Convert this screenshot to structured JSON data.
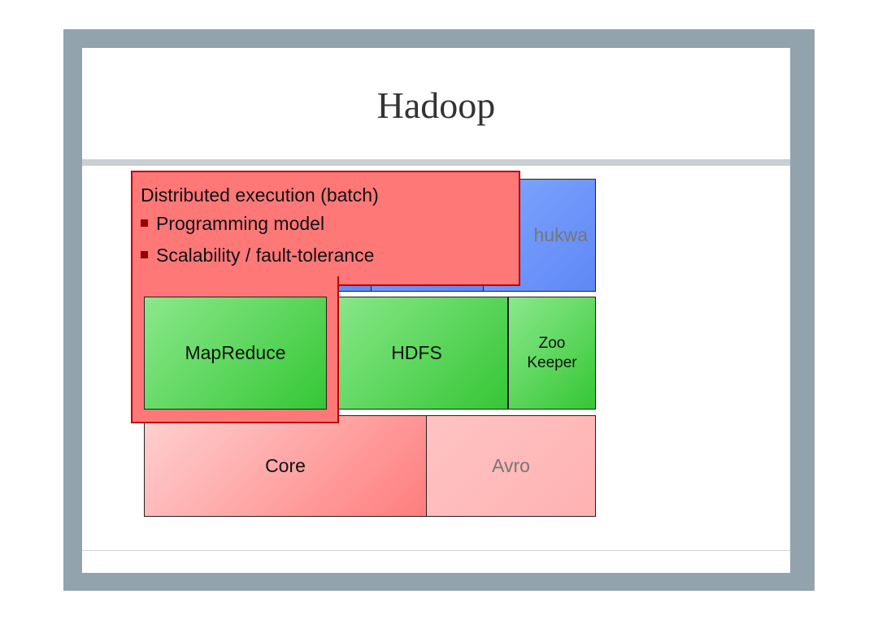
{
  "slide": {
    "title": "Hadoop"
  },
  "stack": {
    "row_top": [
      {
        "label": "",
        "color": "#5f88f6"
      },
      {
        "label": "",
        "color": "#5f88f6"
      },
      {
        "label": "hukwa",
        "color": "#6b95ff"
      }
    ],
    "row_middle": [
      {
        "label": "MapReduce",
        "color": "#35c735"
      },
      {
        "label": "HDFS",
        "color": "#35c735"
      },
      {
        "label": "Zoo\nKeeper",
        "color": "#35c735"
      }
    ],
    "row_bottom": [
      {
        "label": "Core",
        "color": "#ff7d7d"
      },
      {
        "label": "Avro",
        "color": "#ffb2b2"
      }
    ]
  },
  "callout": {
    "heading": "Distributed execution (batch)",
    "bullets": [
      "Programming model",
      "Scalability / fault-tolerance"
    ],
    "color": "#ff7878",
    "border_color": "#c00000"
  },
  "colors": {
    "frame": "#93a3ad",
    "background": "#ffffff"
  }
}
